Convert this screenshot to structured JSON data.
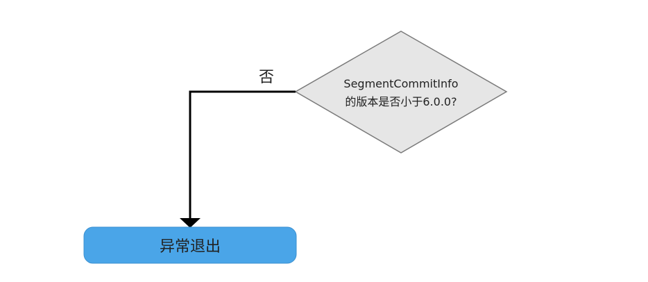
{
  "flowchart": {
    "decision": {
      "line1": "SegmentCommitInfo",
      "line2": "的版本是否小于6.0.0?"
    },
    "branch_no": {
      "label": "否"
    },
    "terminal": {
      "label": "异常退出"
    }
  },
  "colors": {
    "decision_fill": "#e6e6e6",
    "decision_stroke": "#7a7a7a",
    "terminal_fill": "#4aa5e8",
    "terminal_stroke": "#3b90d0",
    "connector": "#000000"
  }
}
